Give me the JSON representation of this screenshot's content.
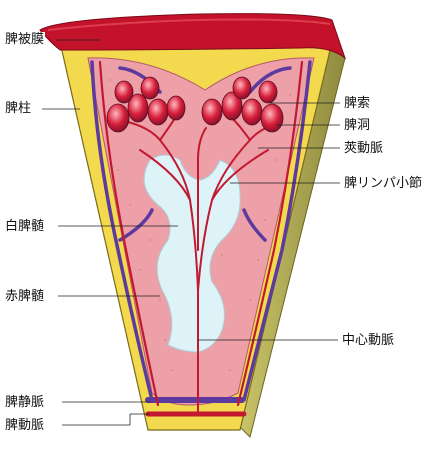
{
  "labels": {
    "capsule": "脾被膜",
    "trabecula": "脾柱",
    "cord": "脾索",
    "sinus": "脾洞",
    "penicillar": "莢動脈",
    "nodule": "脾リンパ小節",
    "white_pulp": "白脾髄",
    "red_pulp": "赤脾髄",
    "central_artery": "中心動脈",
    "splenic_vein": "脾静脈",
    "splenic_artery": "脾動脈"
  },
  "colors": {
    "capsule": "#c3122a",
    "capsule_side": "#8e0f1e",
    "trabecula": "#f3d94e",
    "red_pulp": "#eda0a8",
    "white_pulp": "#ddf3f7",
    "vein": "#5c3a9e",
    "artery": "#c21830"
  }
}
